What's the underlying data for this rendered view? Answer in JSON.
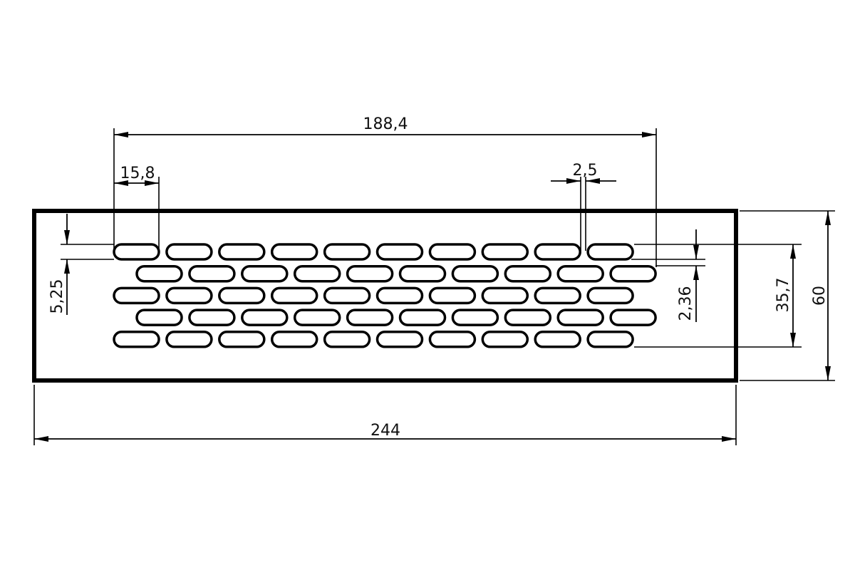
{
  "drawing": {
    "colors": {
      "line": "#000000",
      "text": "#111111",
      "background": "#ffffff"
    },
    "slot_grid": {
      "rows": 5,
      "odd_row_slots": 10,
      "even_row_slots": 10,
      "pattern": "staggered"
    },
    "dimensions": {
      "overall_width": "244",
      "overall_height": "60",
      "pattern_width": "188,4",
      "pattern_height": "35,7",
      "slot_length": "15,8",
      "slot_gap": "2,5",
      "row_pitch": "5,25",
      "row_gap": "2,36"
    }
  }
}
